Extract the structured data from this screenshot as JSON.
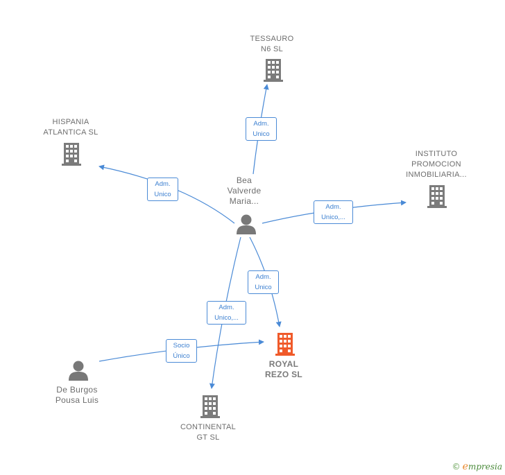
{
  "colors": {
    "edge": "#4a8ad6",
    "company": "#7b7b7b",
    "main_company": "#f05a2a",
    "person": "#787878"
  },
  "nodes": {
    "tessauro": {
      "line1": "TESSAURO",
      "line2": "N6  SL",
      "icon": "building-icon"
    },
    "hispania": {
      "line1": "HISPANIA",
      "line2": "ATLANTICA  SL",
      "icon": "building-icon"
    },
    "instituto": {
      "line1": "INSTITUTO",
      "line2": "PROMOCION",
      "line3": "INMOBILIARIA...",
      "icon": "building-icon"
    },
    "bea": {
      "line1": "Bea",
      "line2": "Valverde",
      "line3": "Maria...",
      "icon": "person-icon"
    },
    "royal": {
      "line1": "ROYAL",
      "line2": "REZO  SL",
      "icon": "building-icon"
    },
    "deburgos": {
      "line1": "De Burgos",
      "line2": "Pousa Luis",
      "icon": "person-icon"
    },
    "continental": {
      "line1": "CONTINENTAL",
      "line2": "GT  SL",
      "icon": "building-icon"
    }
  },
  "edges": {
    "bea_tessauro": {
      "line1": "Adm.",
      "line2": "Unico"
    },
    "bea_hispania": {
      "line1": "Adm.",
      "line2": "Unico"
    },
    "bea_instituto": {
      "line1": "Adm.",
      "line2": "Unico,..."
    },
    "bea_royal": {
      "line1": "Adm.",
      "line2": "Unico"
    },
    "bea_continental": {
      "line1": "Adm.",
      "line2": "Unico,..."
    },
    "deburgos_royal": {
      "line1": "Socio",
      "line2": "Único"
    }
  },
  "footer": {
    "copyright": "©",
    "brand_initial": "e",
    "brand_rest": "mpresia"
  }
}
